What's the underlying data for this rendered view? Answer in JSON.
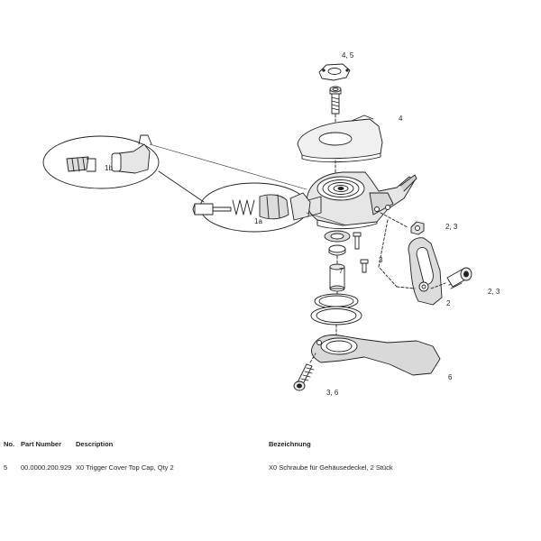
{
  "diagram": {
    "callouts": {
      "c45": "4, 5",
      "c4": "4",
      "c1b": "1b",
      "c1a": "1a",
      "c23a": "2, 3",
      "c7": "7",
      "c3": "3",
      "c23b": "2, 3",
      "c2": "2",
      "c6": "6",
      "c36": "3, 6"
    }
  },
  "table": {
    "headers": {
      "no": "No.",
      "part_number": "Part Number",
      "description": "Description",
      "bezeichnung": "Bezeichnung"
    },
    "rows": [
      {
        "no": "5",
        "part_number": "00.0000.200.929",
        "description": "X0 Trigger Cover Top Cap, Qty 2",
        "bezeichnung": "X0 Schraube für Gehäusedeckel, 2 Stück"
      }
    ]
  }
}
